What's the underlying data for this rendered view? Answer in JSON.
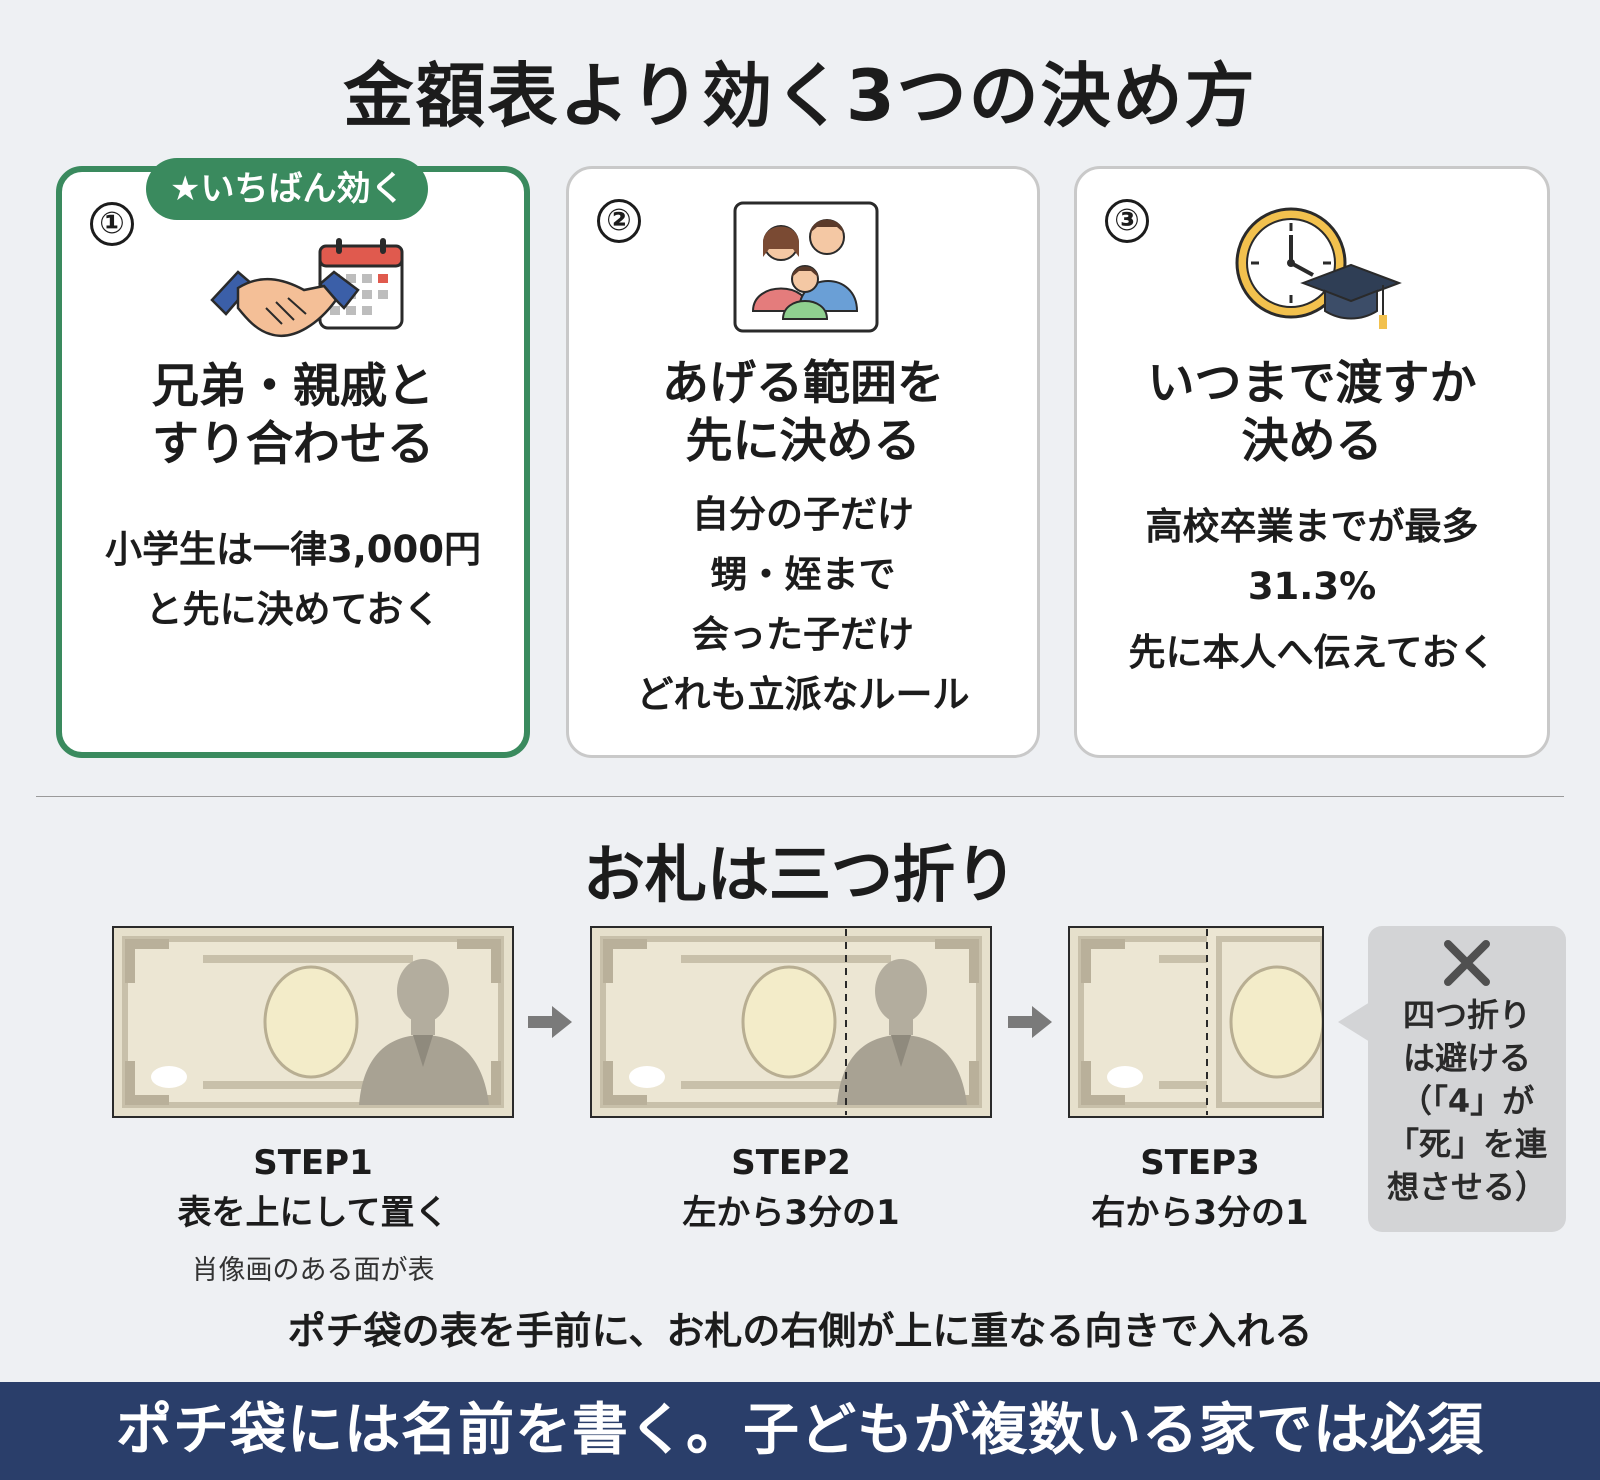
{
  "title": "金額表より効く3つの決め方",
  "cards": [
    {
      "number": "①",
      "badge": "★いちばん効く",
      "icon": "handshake-calendar-icon",
      "title_lines": [
        "兄弟・親戚と",
        "すり合わせる"
      ],
      "body_lines": [
        "小学生は一律3,000円",
        "と先に決めておく"
      ]
    },
    {
      "number": "②",
      "icon": "family-icon",
      "title_lines": [
        "あげる範囲を",
        "先に決める"
      ],
      "body_lines": [
        "自分の子だけ",
        "甥・姪まで",
        "会った子だけ",
        "どれも立派なルール"
      ]
    },
    {
      "number": "③",
      "icon": "clock-graduation-cap-icon",
      "title_lines": [
        "いつまで渡すか",
        "決める"
      ],
      "body_lines": [
        "高校卒業までが最多",
        "31.3%",
        "先に本人へ伝えておく"
      ]
    }
  ],
  "fold_section": {
    "title": "お札は三つ折り",
    "steps": [
      {
        "label": "STEP1",
        "text": "表を上にして置く",
        "sub": "肖像画のある面が表"
      },
      {
        "label": "STEP2",
        "text": "左から3分の1"
      },
      {
        "label": "STEP3",
        "text": "右から3分の1"
      }
    ],
    "warning": {
      "icon": "cross-icon",
      "lines": [
        "四つ折り",
        "は避ける",
        "（「4」が",
        "「死」を連",
        "想させる）"
      ]
    },
    "note": "ポチ袋の表を手前に、お札の右側が上に重なる向きで入れる"
  },
  "footer": "ポチ袋には名前を書く。子どもが複数いる家では必須",
  "colors": {
    "accent_green": "#3a8a5e",
    "footer_navy": "#2a3e6a",
    "bill_beige": "#e6e0cc",
    "background": "#eef0f3"
  }
}
